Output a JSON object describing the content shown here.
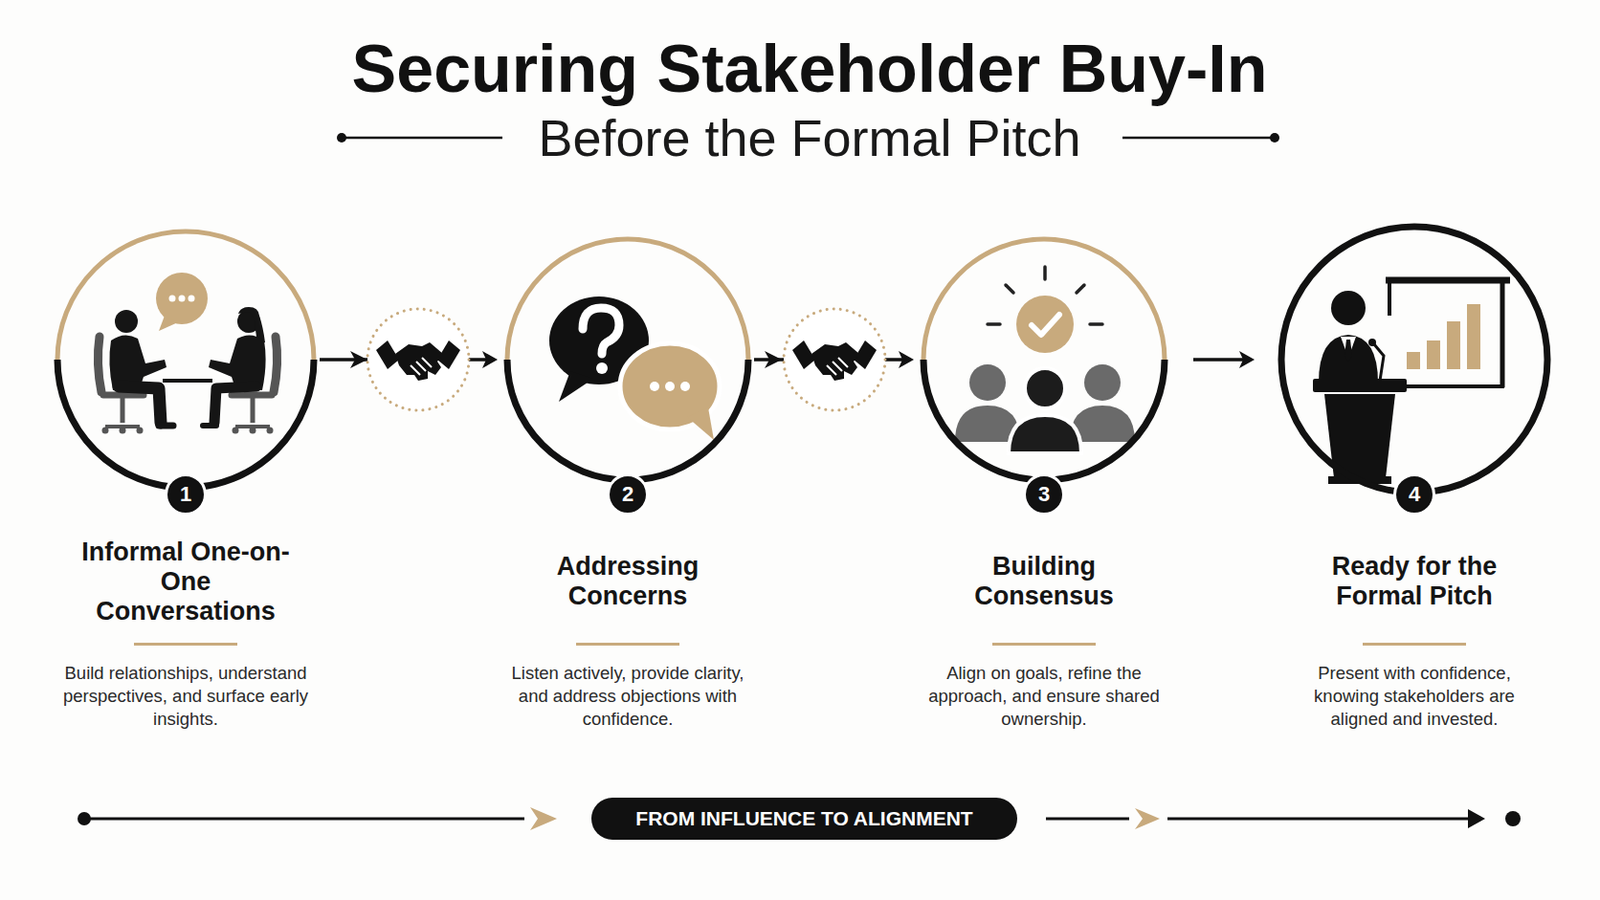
{
  "diagram": {
    "title": "Securing Stakeholder Buy-In",
    "nodes": [
      {
        "text": [
          "1",
          "Informal One-on-One Conversations",
          "Build relationships, understand perspectives, and surface early insights."
        ]
      },
      {
        "text": [
          "2",
          "Addressing Concerns",
          "Listen actively, provide clarity, and address objections with confidence."
        ]
      },
      {
        "text": [
          "3",
          "Building Consensus",
          "Align on goals, refine the approach, and ensure shared ownership."
        ]
      },
      {
        "text": [
          "4",
          "Ready for the Formal Pitch",
          "Present with confidence, knowing stakeholders are aligned and invested."
        ]
      },
      {
        "text": [
          "FROM INFLUENCE TO ALIGNMENT"
        ]
      }
    ],
    "edges": [
      {
        "from": 0,
        "to": 1,
        "arrow": "to"
      },
      {
        "from": 1,
        "to": 2,
        "arrow": "to"
      },
      {
        "from": 2,
        "to": 3,
        "arrow": "to"
      }
    ],
    "labels": [
      "Before the Formal Pitch"
    ]
  }
}
